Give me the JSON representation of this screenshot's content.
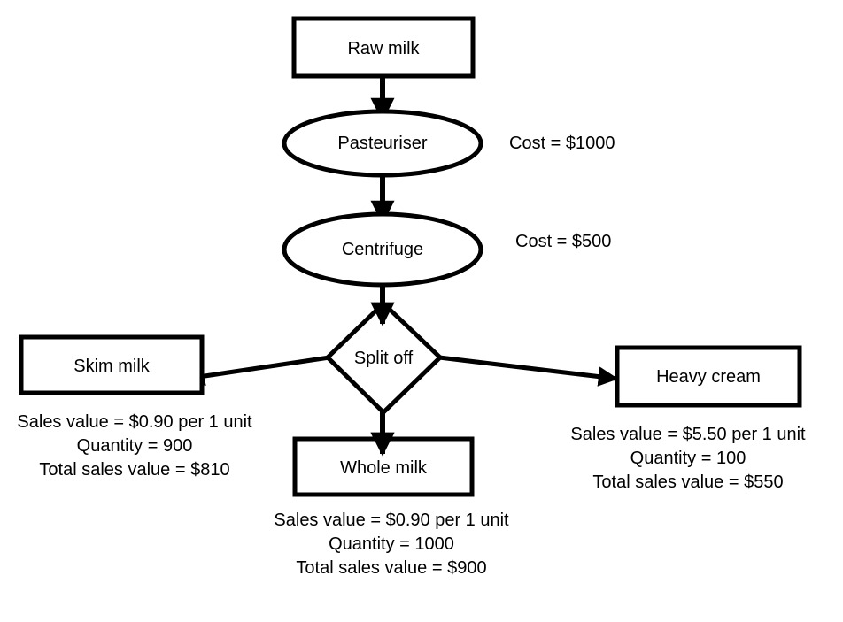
{
  "nodes": {
    "raw_milk": "Raw milk",
    "pasteuriser": "Pasteuriser",
    "centrifuge": "Centrifuge",
    "split_off": "Split off",
    "skim_milk": "Skim milk",
    "whole_milk": "Whole milk",
    "heavy_cream": "Heavy cream"
  },
  "costs": {
    "pasteuriser": "Cost  = $1000",
    "centrifuge": "Cost  = $500"
  },
  "products": {
    "skim_milk": {
      "sales_value": "Sales value = $0.90 per 1 unit",
      "quantity": "Quantity = 900",
      "total": "Total sales value = $810"
    },
    "whole_milk": {
      "sales_value": "Sales value = $0.90 per 1 unit",
      "quantity": "Quantity = 1000",
      "total": "Total sales value = $900"
    },
    "heavy_cream": {
      "sales_value": "Sales value = $5.50 per 1 unit",
      "quantity": "Quantity = 100",
      "total": "Total sales value = $550"
    }
  }
}
